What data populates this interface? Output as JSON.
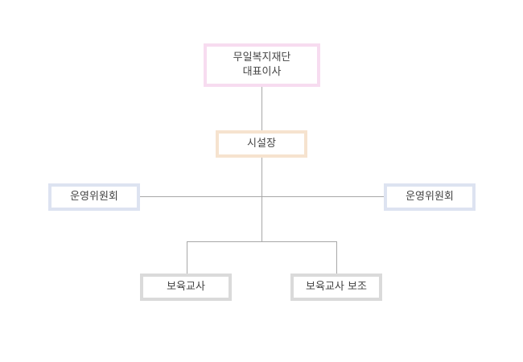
{
  "org_chart": {
    "foundation": {
      "line1": "무일복지재단",
      "line2": "대표이사",
      "border_color": "#f7dcf0"
    },
    "director": {
      "label": "시설장",
      "border_color": "#f6e3cf"
    },
    "committee_left": {
      "label": "운영위원회",
      "border_color": "#dde3f1"
    },
    "committee_right": {
      "label": "운영위원회",
      "border_color": "#dde3f1"
    },
    "teacher": {
      "label": "보육교사",
      "border_color": "#dadada"
    },
    "assistant_teacher": {
      "label": "보육교사 보조",
      "border_color": "#dadada"
    },
    "connector_color": "#a8a8a8"
  }
}
